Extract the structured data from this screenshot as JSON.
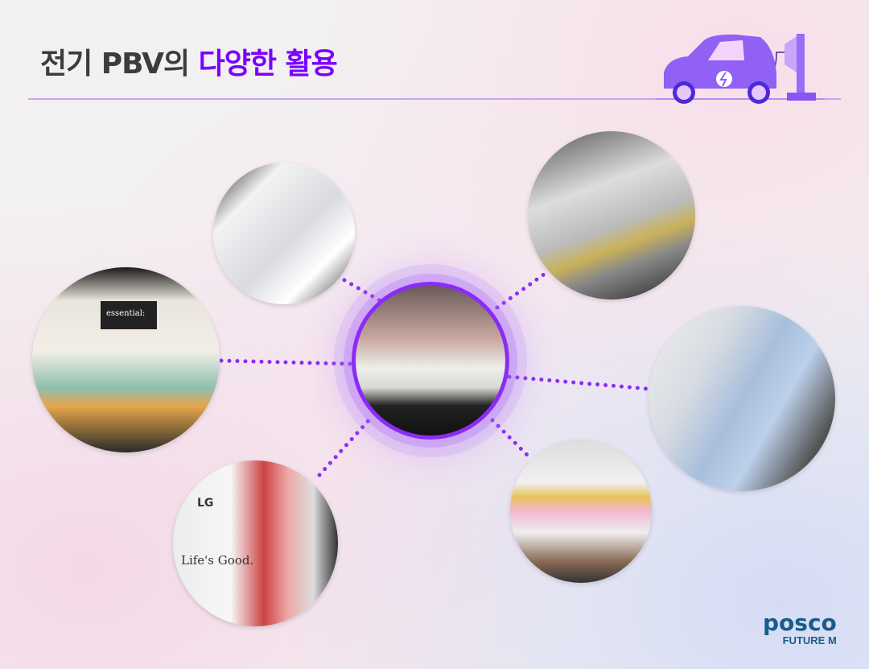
{
  "title": {
    "part1": "전기 PBV의 ",
    "part2": "다양한 활용"
  },
  "colors": {
    "accent": "#7a00ff",
    "rule": "#c9a3f2",
    "dots": "#8b2cf5",
    "logo": "#1a5c8a"
  },
  "header_icon": "electric-car-charging-icon",
  "photos": {
    "left_screen_text": "essential:",
    "bottom_left_brand": "LG",
    "bottom_left_slogan": "Life's Good."
  },
  "logo": {
    "brand": "posco",
    "sub": "FUTURE M"
  }
}
